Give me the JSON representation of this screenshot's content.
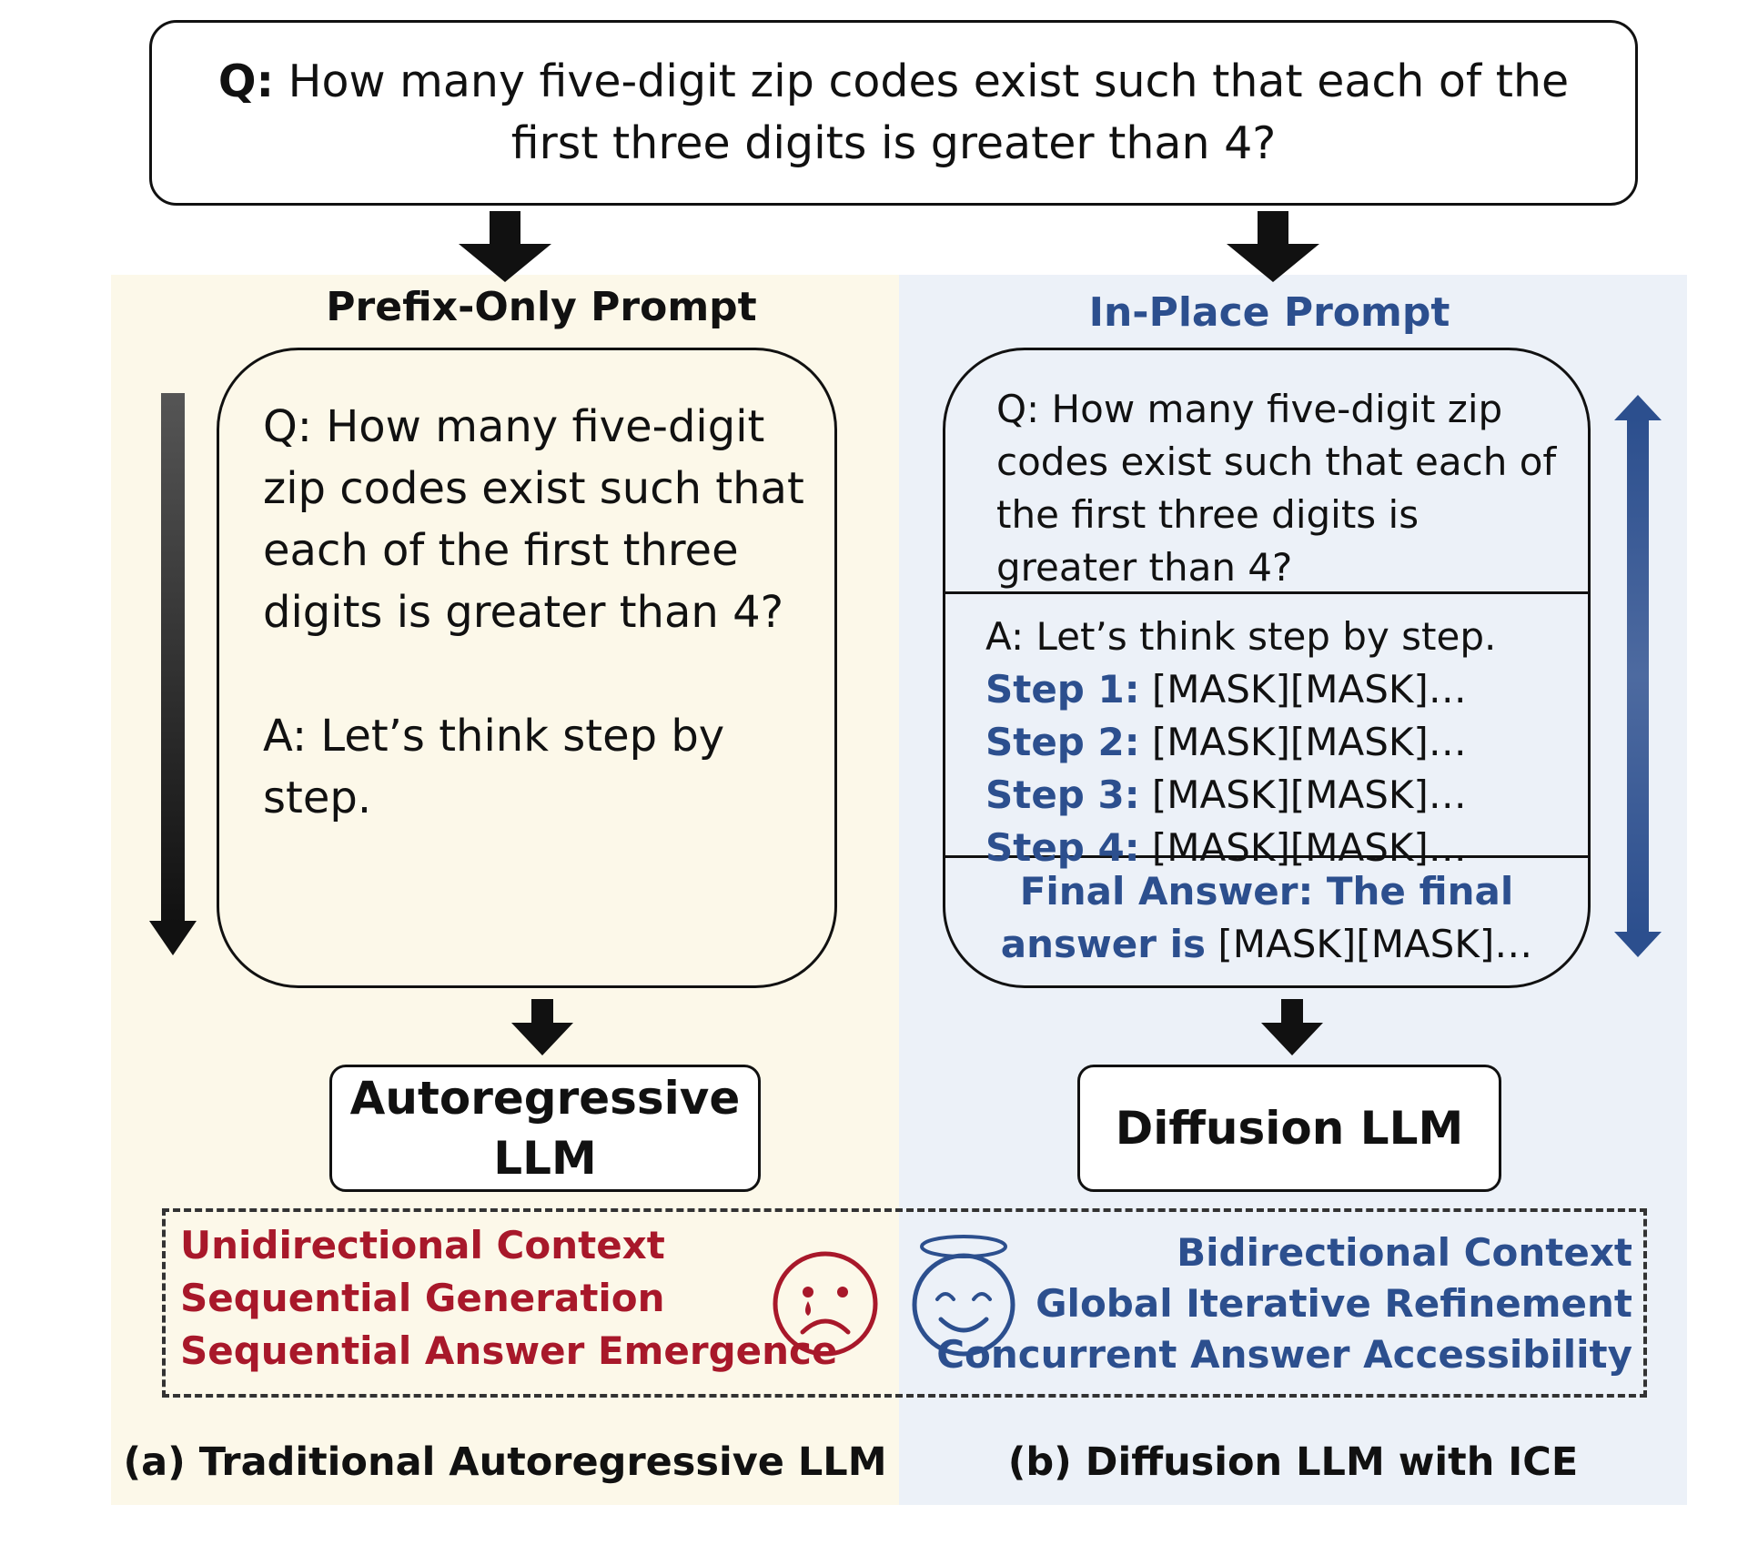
{
  "question": {
    "label": "Q:",
    "text": "How many five-digit zip codes exist such that each of the first three digits is greater than 4?"
  },
  "left_panel": {
    "title": "Prefix-Only Prompt",
    "prompt_q": "Q: How many five-digit zip codes exist such that each of the first three digits is greater than 4?",
    "prompt_a": "A: Let’s think step by step.",
    "model": "Autoregressive LLM",
    "properties": [
      "Unidirectional Context",
      "Sequential Generation",
      "Sequential Answer Emergence"
    ],
    "caption": "(a) Traditional Autoregressive LLM",
    "face_icon": "sad-face-icon",
    "accent_color": "#a8182a"
  },
  "right_panel": {
    "title": "In-Place Prompt",
    "prompt_q": "Q: How many five-digit zip codes exist such that each of the first three digits is greater than 4?",
    "prompt_a": "A: Let’s think step by step.",
    "steps": [
      {
        "label": "Step 1:",
        "value": "[MASK][MASK]…"
      },
      {
        "label": "Step 2:",
        "value": "[MASK][MASK]…"
      },
      {
        "label": "Step 3:",
        "value": "[MASK][MASK]…"
      },
      {
        "label": "Step 4:",
        "value": "[MASK][MASK]…"
      }
    ],
    "final_label": "Final Answer: The final answer is",
    "final_value": "[MASK][MASK]…",
    "model": "Diffusion LLM",
    "properties": [
      "Bidirectional Context",
      "Global Iterative Refinement",
      "Concurrent Answer Accessibility"
    ],
    "caption": "(b) Diffusion LLM with ICE",
    "face_icon": "angel-face-icon",
    "accent_color": "#2c4f8e"
  }
}
